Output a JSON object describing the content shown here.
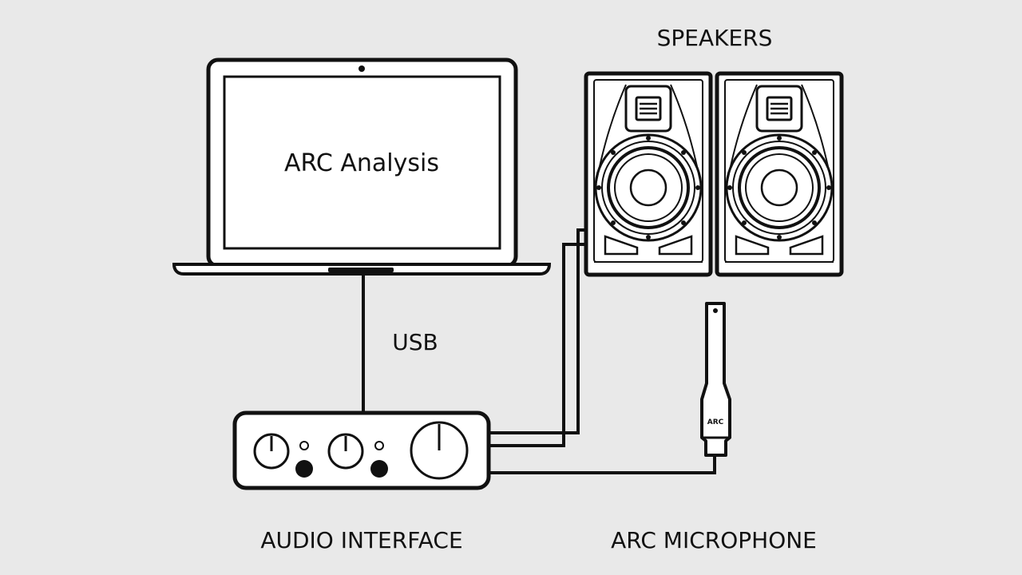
{
  "colors": {
    "background": "#e9e9e9",
    "ink": "#111111",
    "fill": "#ffffff"
  },
  "laptop": {
    "screen_text": "ARC Analysis"
  },
  "labels": {
    "speakers": "SPEAKERS",
    "usb": "USB",
    "audio_interface": "AUDIO INTERFACE",
    "arc_microphone": "ARC MICROPHONE",
    "mic_badge": "ARC"
  },
  "icons": [
    "laptop-icon",
    "speaker-icon",
    "audio-interface-icon",
    "microphone-icon"
  ]
}
